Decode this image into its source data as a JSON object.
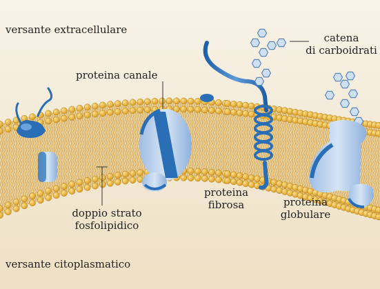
{
  "labels": {
    "extracellular": "versante extracellulare",
    "cytoplasmic": "versante citoplasmatico",
    "channel_protein": "proteina canale",
    "carb_chain_line1": "catena",
    "carb_chain_line2": "di carboidrati",
    "fibrous_line1": "proteina",
    "fibrous_line2": "fibrosa",
    "globular_line1": "proteina",
    "globular_line2": "globulare",
    "bilayer_line1": "doppio strato",
    "bilayer_line2": "fosfolipidico"
  },
  "colors": {
    "background_top": "#f7f1e4",
    "background_bottom": "#efe2c6",
    "lipid_head": "#e6a92e",
    "lipid_tail": "#d9a94f",
    "membrane_core": "#f0d6a2",
    "protein_light": "#bcd3ec",
    "protein_dark": "#2a6fb6"
  }
}
